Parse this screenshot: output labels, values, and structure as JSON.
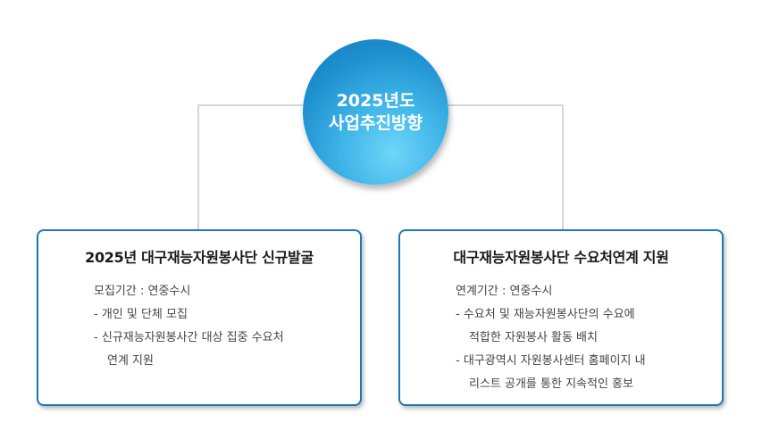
{
  "hub": {
    "line1": "2025년도",
    "line2": "사업추진방향"
  },
  "left_card": {
    "title": "2025년 대구재능자원봉사단 신규발굴",
    "lines": [
      "모집기간 : 연중수시",
      "- 개인 및 단체 모집",
      "- 신규재능자원봉사간 대상 집중 수요처",
      "연계 지원"
    ]
  },
  "right_card": {
    "title": "대구재능자원봉사단 수요처연계 지원",
    "lines": [
      "연계기간 : 연중수시",
      "- 수요처 및 재능자원봉사단의 수요에",
      "적합한 자원봉사 활동 배치",
      "- 대구광역시 자원봉사센터 홈페이지 내",
      "리스트 공개를 통한 지속적인 홍보"
    ]
  },
  "colors": {
    "card_border": "#2077b4",
    "connector": "#c8c8c8",
    "hub_light": "#6fd6f9",
    "hub_dark": "#1878b8"
  }
}
